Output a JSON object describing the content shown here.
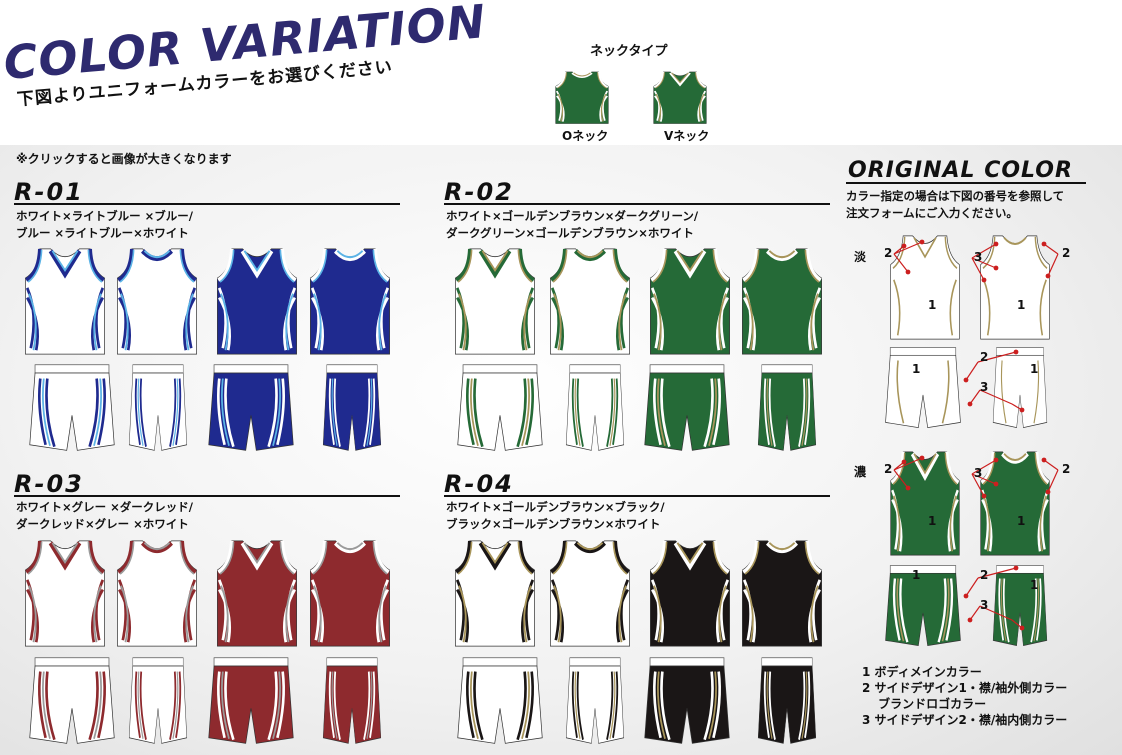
{
  "header": {
    "title": "COLOR VARIATION",
    "subtitle": "下図よりユニフォームカラーをお選びください"
  },
  "neck": {
    "title": "ネックタイプ",
    "types": [
      "Oネック",
      "Vネック"
    ]
  },
  "note": "※クリックすると画像が大きくなります",
  "variations": [
    {
      "code": "R-01",
      "lines": [
        "ホワイト×ライトブルー ×ブルー/",
        "ブルー ×ライトブルー×ホワイト"
      ],
      "colors": {
        "light": "#ffffff",
        "dark": "#1f2a8f",
        "accent": "#5bb3e6",
        "trim": "#1f2a8f"
      }
    },
    {
      "code": "R-02",
      "lines": [
        "ホワイト×ゴールデンブラウン×ダークグリーン/",
        "ダークグリーン×ゴールデンブラウン×ホワイト"
      ],
      "colors": {
        "light": "#ffffff",
        "dark": "#256a37",
        "accent": "#a8955a",
        "trim": "#256a37"
      }
    },
    {
      "code": "R-03",
      "lines": [
        "ホワイト×グレー ×ダークレッド/",
        "ダークレッド×グレー ×ホワイト"
      ],
      "colors": {
        "light": "#ffffff",
        "dark": "#8e2a2e",
        "accent": "#9a9a9a",
        "trim": "#8e2a2e"
      }
    },
    {
      "code": "R-04",
      "lines": [
        "ホワイト×ゴールデンブラウン×ブラック/",
        "ブラック×ゴールデンブラウン×ホワイト"
      ],
      "colors": {
        "light": "#ffffff",
        "dark": "#1a1616",
        "accent": "#a8955a",
        "trim": "#1a1616"
      }
    }
  ],
  "original": {
    "title": "ORIGINAL COLOR",
    "lines": [
      "カラー指定の場合は下図の番号を参照して",
      "注文フォームにご入力ください。"
    ],
    "light_label": "淡",
    "dark_label": "濃",
    "numbers": [
      "1",
      "2",
      "3"
    ],
    "legend": [
      "1 ボディメインカラー",
      "2 サイドデザイン1・襟/袖外側カラー",
      "　 ブランドロゴカラー",
      "3 サイドデザイン2・襟/袖内側カラー"
    ],
    "colors": {
      "light": "#ffffff",
      "dark": "#256a37",
      "accent": "#a8955a",
      "marker": "#cc1f1f"
    }
  }
}
